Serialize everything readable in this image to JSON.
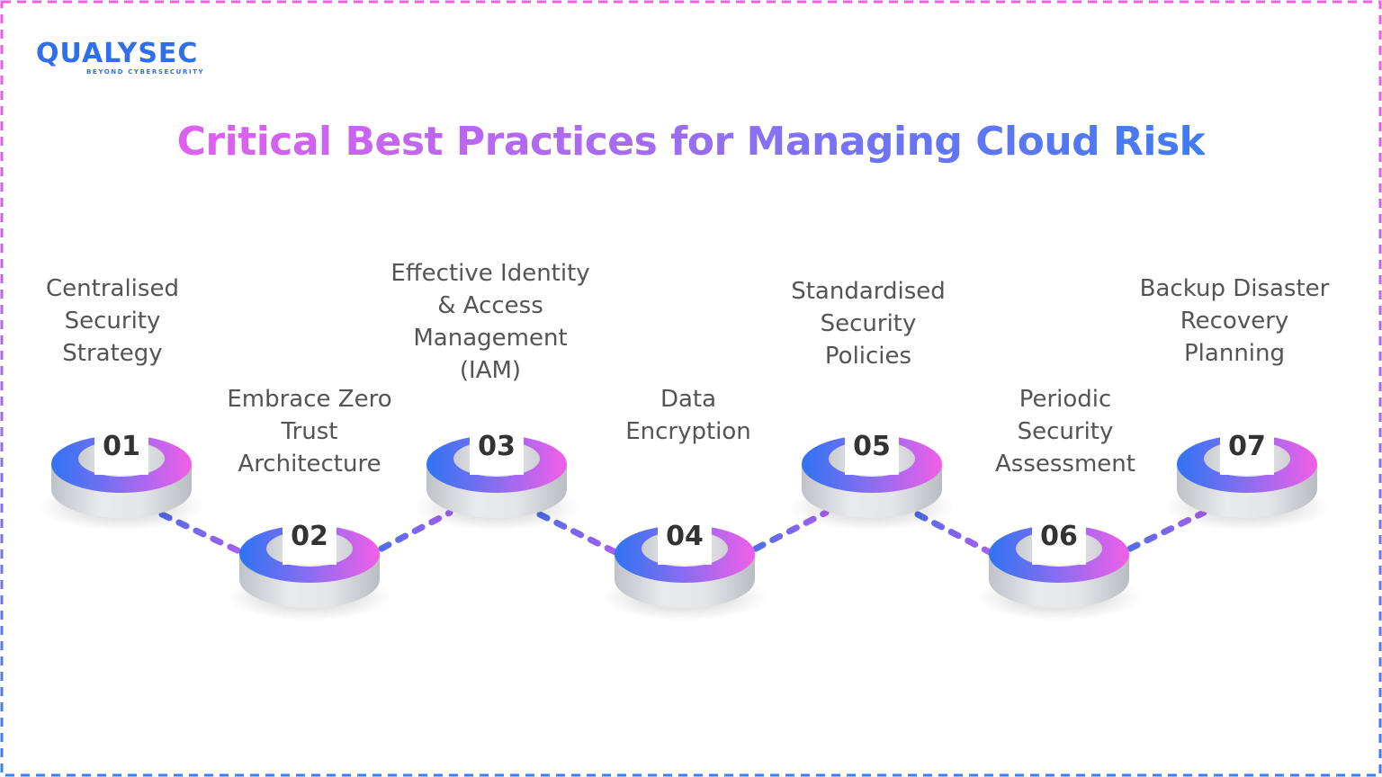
{
  "brand": {
    "name": "QUALYSEC",
    "tagline": "BEYOND CYBERSECURITY",
    "color": "#2f6fec"
  },
  "title": "Critical Best Practices for Managing Cloud Risk",
  "colors": {
    "gradient_start": "#2f74f2",
    "gradient_end": "#f25ee8",
    "border_top": "#f25ee8",
    "border_bottom": "#3f7cf2",
    "label_text": "#545454",
    "number_text": "#333333"
  },
  "steps": [
    {
      "number": "01",
      "label": "Centralised\nSecurity\nStrategy",
      "position": "high"
    },
    {
      "number": "02",
      "label": "Embrace Zero\nTrust\nArchitecture",
      "position": "low"
    },
    {
      "number": "03",
      "label": "Effective Identity\n& Access\nManagement\n(IAM)",
      "position": "high"
    },
    {
      "number": "04",
      "label": "Data\nEncryption",
      "position": "low"
    },
    {
      "number": "05",
      "label": "Standardised\nSecurity\nPolicies",
      "position": "high"
    },
    {
      "number": "06",
      "label": "Periodic\nSecurity\nAssessment",
      "position": "low"
    },
    {
      "number": "07",
      "label": "Backup Disaster\nRecovery\nPlanning",
      "position": "high"
    }
  ]
}
